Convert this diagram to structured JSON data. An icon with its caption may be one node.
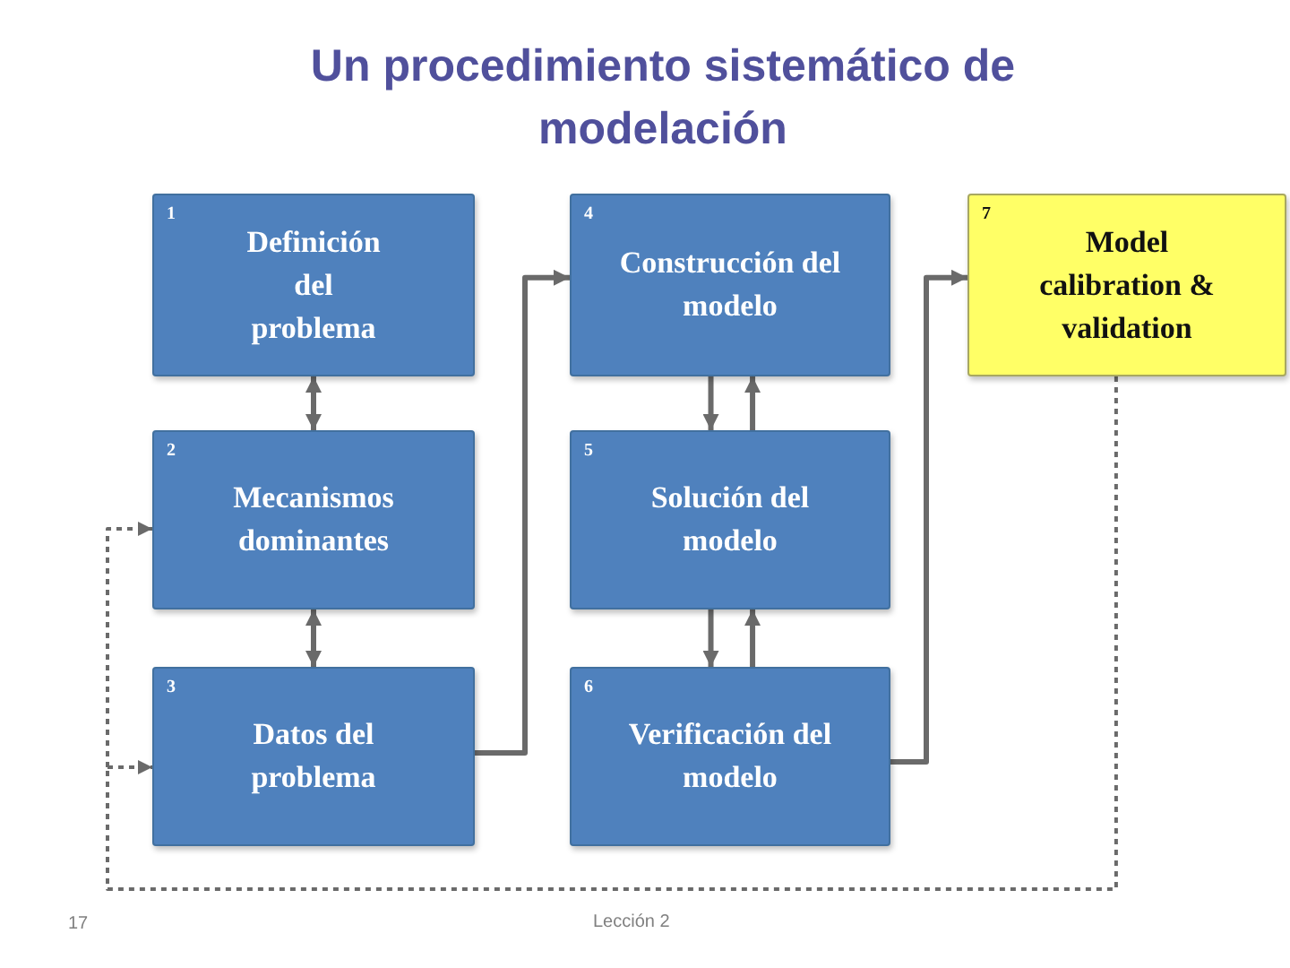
{
  "diagram": {
    "title": "Un procedimiento sistemático de modelación",
    "nodes": [
      {
        "text": [
          "1",
          "Definición del problema"
        ]
      },
      {
        "text": [
          "2",
          "Mecanismos dominantes"
        ]
      },
      {
        "text": [
          "3",
          "Datos del problema"
        ]
      },
      {
        "text": [
          "4",
          "Construcción del modelo"
        ]
      },
      {
        "text": [
          "5",
          "Solución del modelo"
        ]
      },
      {
        "text": [
          "6",
          "Verificación del modelo"
        ]
      },
      {
        "text": [
          "7",
          "Model calibration & validation"
        ]
      }
    ],
    "edges": [
      {
        "from": 0,
        "to": 1,
        "arrow": "both"
      },
      {
        "from": 1,
        "to": 2,
        "arrow": "both"
      },
      {
        "from": 2,
        "to": 3,
        "arrow": "to"
      },
      {
        "from": 3,
        "to": 4,
        "arrow": "to"
      },
      {
        "from": 4,
        "to": 3,
        "arrow": "to"
      },
      {
        "from": 4,
        "to": 5,
        "arrow": "to"
      },
      {
        "from": 5,
        "to": 4,
        "arrow": "to"
      },
      {
        "from": 5,
        "to": 6,
        "arrow": "to"
      },
      {
        "from": 6,
        "to": 1,
        "arrow": "to",
        "style": "dashed"
      },
      {
        "from": 6,
        "to": 2,
        "arrow": "to",
        "style": "dashed"
      }
    ],
    "labels": [
      "17",
      "Lección 2"
    ]
  }
}
